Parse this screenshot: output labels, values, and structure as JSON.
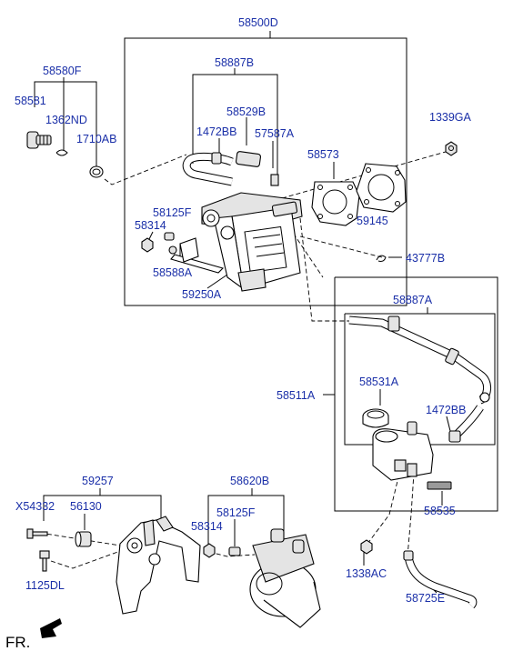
{
  "callouts": {
    "c58500D": "58500D",
    "c58580F": "58580F",
    "c58887B": "58887B",
    "c58581": "58581",
    "c1362ND": "1362ND",
    "c1710AB": "1710AB",
    "c1472BB_top": "1472BB",
    "c58529B": "58529B",
    "c57587A": "57587A",
    "c1339GA": "1339GA",
    "c58573": "58573",
    "c58125F_top": "58125F",
    "c58314_top": "58314",
    "c59145": "59145",
    "c43777B": "43777B",
    "c58588A": "58588A",
    "c59250A": "59250A",
    "c58887A": "58887A",
    "c58511A": "58511A",
    "c58531A": "58531A",
    "c1472BB_bot": "1472BB",
    "c59257": "59257",
    "c58620B": "58620B",
    "cX54332": "X54332",
    "c56130": "56130",
    "c58125F_bot": "58125F",
    "c58314_bot": "58314",
    "c58535": "58535",
    "c1125DL": "1125DL",
    "c1338AC": "1338AC",
    "c58725E": "58725E"
  },
  "direction_label": "FR.",
  "colors": {
    "callout": "#1a2fa8",
    "line": "#000000",
    "part_fill": "#e4e4e4"
  }
}
